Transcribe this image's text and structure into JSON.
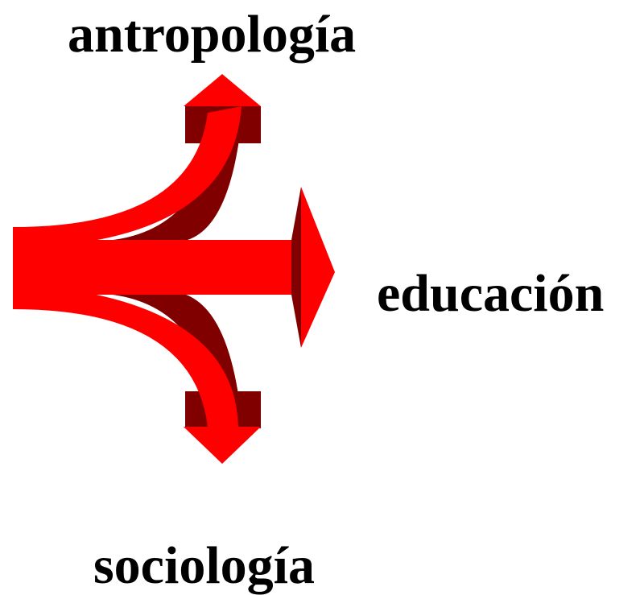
{
  "labels": {
    "top": "antropología",
    "right": "educación",
    "bottom": "sociología"
  },
  "colors": {
    "arrow_face": "#ff0000",
    "arrow_shadow": "#800000",
    "text": "#000000",
    "background": "#ffffff"
  }
}
